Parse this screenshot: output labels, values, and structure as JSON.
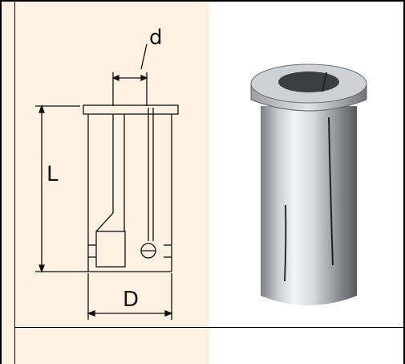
{
  "diagram": {
    "labels": {
      "d": "d",
      "L": "L",
      "D": "D"
    }
  },
  "colors": {
    "left_panel_bg": "#fdf1e2",
    "line": "#111111",
    "metal_light": "#e6e8ea",
    "metal_dark": "#6e7276"
  }
}
